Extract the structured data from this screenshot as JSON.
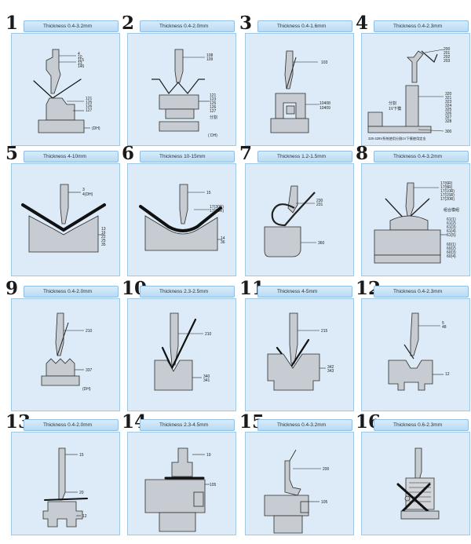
{
  "cards": [
    {
      "num": "1",
      "thickness": "Thickness 0.4-3.2mm",
      "codes": [
        "4",
        "10",
        "115",
        "13",
        "145",
        "121",
        "125",
        "126",
        "127",
        "(DH)"
      ]
    },
    {
      "num": "2",
      "thickness": "Thickness 0.4-2.0mm",
      "codes": [
        "108",
        "109",
        "121",
        "123",
        "125",
        "126",
        "127",
        "分割",
        "( DH)"
      ]
    },
    {
      "num": "3",
      "thickness": "Thickness 0.4-1.6mm",
      "codes": [
        "103",
        "10408",
        "10409"
      ]
    },
    {
      "num": "4",
      "thickness": "Thickness 0.4-2.3mm",
      "codes": [
        "200",
        "201",
        "202",
        "203",
        "320",
        "321",
        "323",
        "324",
        "325",
        "326",
        "327",
        "328",
        "300",
        "分割",
        "1V下模",
        "325-329V系统使用分割1V下模使用定金"
      ]
    },
    {
      "num": "5",
      "thickness": "Thickness 4-10mm",
      "codes": [
        "3",
        "4(DH)",
        "13",
        "16",
        "22",
        "25",
        "35"
      ]
    },
    {
      "num": "6",
      "thickness": "Thickness 10-15mm",
      "codes": [
        "15",
        "17(30R)",
        "17(35R)",
        "14",
        "36"
      ]
    },
    {
      "num": "7",
      "thickness": "Thickness 1.2-1.5mm",
      "codes": [
        "230",
        "231",
        "360"
      ]
    },
    {
      "num": "8",
      "thickness": "Thickness 0.4-3.2mm",
      "codes": [
        "17(6R)",
        "17(8R)",
        "17(10R)",
        "17(15R)",
        "17(20R)",
        "组合模组",
        "61(1)",
        "61(2)",
        "61(3)",
        "61(4)",
        "61(5)",
        "60(1)",
        "60(2)",
        "60(3)",
        "60(4)"
      ]
    },
    {
      "num": "9",
      "thickness": "Thickness 0.4-2.0mm",
      "codes": [
        "210",
        "337",
        "(DH)"
      ]
    },
    {
      "num": "10",
      "thickness": "Thickness 2.3-2.5mm",
      "codes": [
        "210",
        "340",
        "341"
      ]
    },
    {
      "num": "11",
      "thickness": "Thickness 4-5mm",
      "codes": [
        "215",
        "342",
        "343"
      ]
    },
    {
      "num": "12",
      "thickness": "Thickness 0.4-2.3mm",
      "codes": [
        "5",
        "48",
        "12"
      ]
    },
    {
      "num": "13",
      "thickness": "Thickness 0.4-2.0mm",
      "codes": [
        "15",
        "20",
        "12"
      ]
    },
    {
      "num": "14",
      "thickness": "Thickness 2.3-4.5mm",
      "codes": [
        "19",
        "105"
      ]
    },
    {
      "num": "15",
      "thickness": "Thickness 0.4-3.2mm",
      "codes": [
        "200",
        "105"
      ]
    },
    {
      "num": "16",
      "thickness": "Thickness 0.6-2.3mm",
      "codes": []
    }
  ]
}
